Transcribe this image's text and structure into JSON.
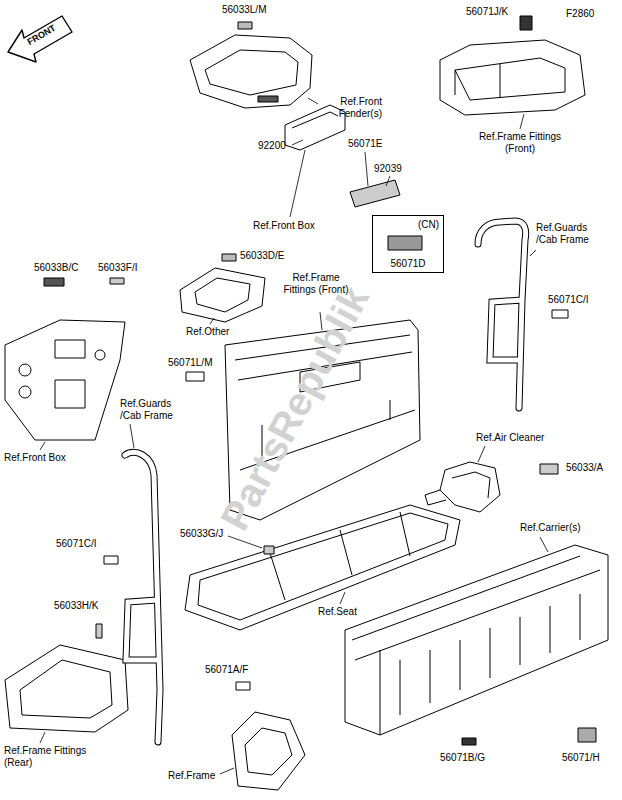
{
  "diagram": {
    "nodes": [
      {
        "text": [
          "(CN)",
          "56071D"
        ]
      }
    ],
    "labels": [
      "F2860",
      "56033L/M",
      "56071J/K",
      "Ref.Front Fender(s)",
      "Ref.Frame Fittings (Front)",
      "92200",
      "56071E",
      "92039",
      "Ref.Front Box",
      "Ref.Guards /Cab Frame",
      "56033D/E",
      "56033B/C",
      "56033F/I",
      "Ref.Other",
      "Ref.Frame Fittings (Front)",
      "56071C/I",
      "56071L/M",
      "Ref.Front Box",
      "Ref.Guards /Cab Frame",
      "Ref.Air Cleaner",
      "56033/A",
      "56033G/J",
      "Ref.Carrier(s)",
      "Ref.Seat",
      "56071C/I",
      "56033H/K",
      "56071A/F",
      "56071B/G",
      "56071/H",
      "Ref.Frame Fittings (Rear)",
      "Ref.Frame",
      "FRONT",
      "PartsRepublik"
    ]
  }
}
